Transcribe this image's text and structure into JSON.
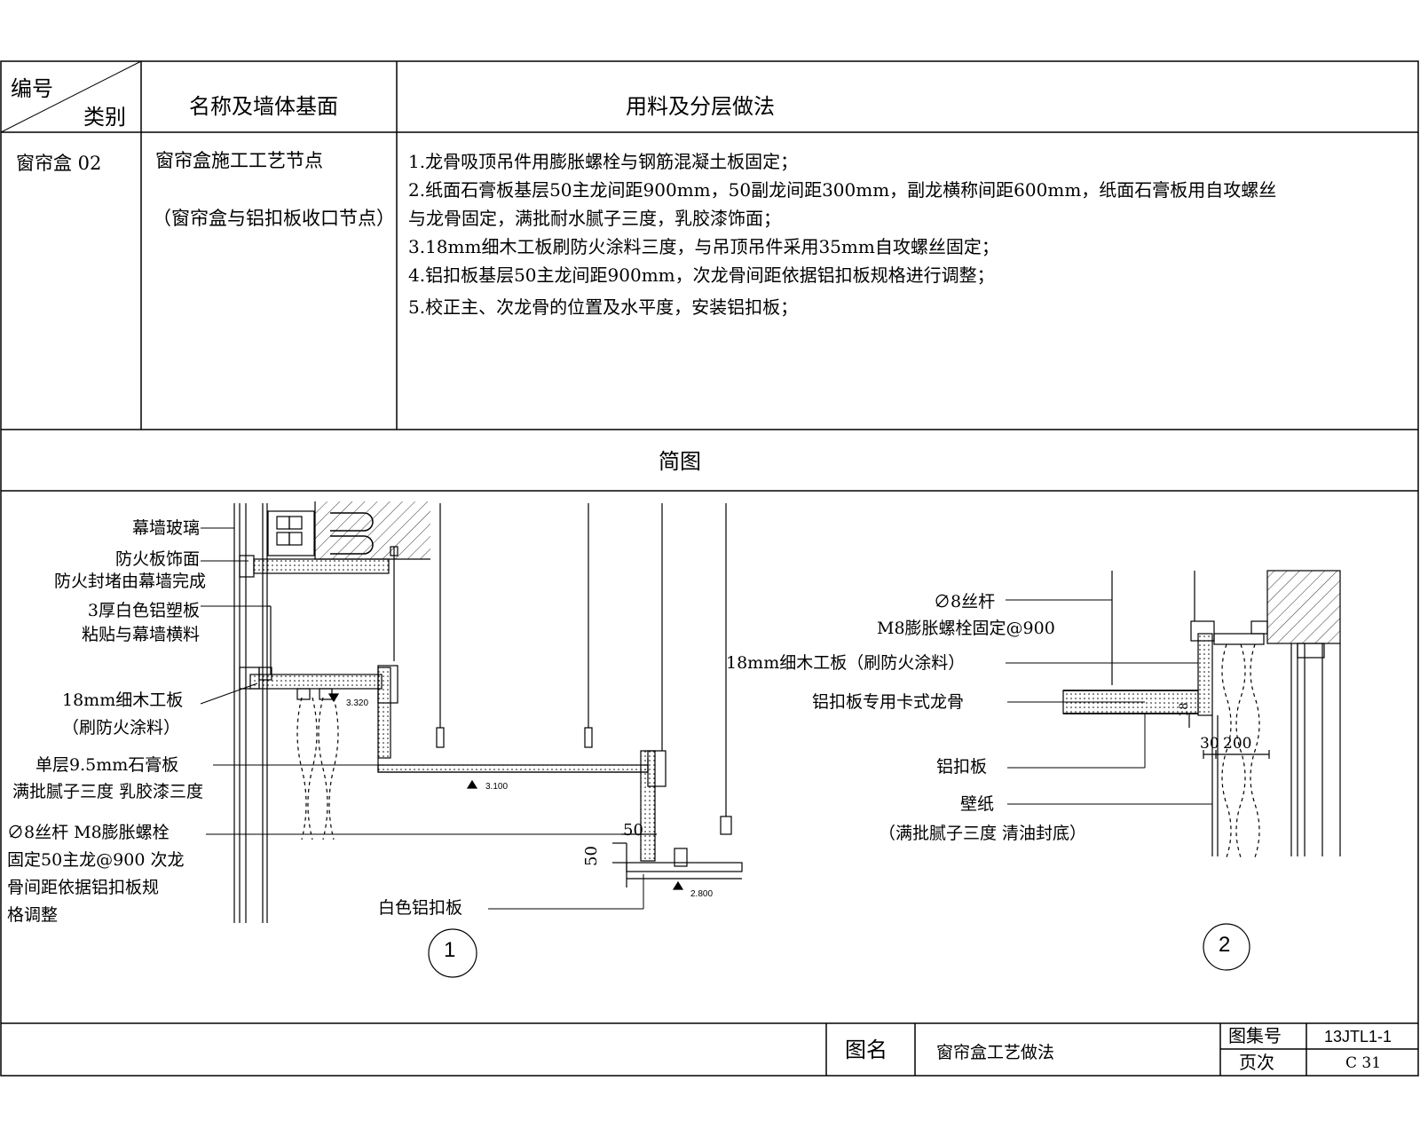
{
  "table": {
    "header": {
      "corner_top": "编号",
      "corner_bottom": "类别",
      "col_name": "名称及墙体基面",
      "col_method": "用料及分层做法"
    },
    "row": {
      "code": "窗帘盒 02",
      "name_title": "窗帘盒施工工艺节点",
      "name_sub": "（窗帘盒与铝扣板收口节点）",
      "steps": [
        "1.龙骨吸顶吊件用膨胀螺栓与钢筋混凝土板固定；",
        "2.纸面石膏板基层50主龙间距900mm，50副龙间距300mm，副龙横称间距600mm，纸面石膏板用自攻螺丝",
        "与龙骨固定，满批耐水腻子三度，乳胶漆饰面；",
        "3.18mm细木工板刷防火涂料三度，与吊顶吊件采用35mm自攻螺丝固定；",
        "4.铝扣板基层50主龙间距900mm，次龙骨间距依据铝扣板规格进行调整；",
        "5.校正主、次龙骨的位置及水平度，安装铝扣板；"
      ]
    }
  },
  "diagram": {
    "section_title": "简图",
    "left_labels": {
      "curtain_glass": "幕墙玻璃",
      "fireproof_face": "防火板饰面",
      "fire_seal": "防火封堵由幕墙完成",
      "alu_panel_1": "3厚白色铝塑板",
      "alu_panel_2": "粘贴与幕墙横料",
      "wood_board_1": "18mm细木工板",
      "wood_board_2": "（刷防火涂料）",
      "gypsum_1": "单层9.5mm石膏板",
      "gypsum_2": "满批腻子三度 乳胶漆三度",
      "rod_1": "∅8丝杆 M8膨胀螺栓",
      "rod_2": "固定50主龙@900 次龙",
      "rod_3": "骨间距依据铝扣板规",
      "rod_4": "格调整",
      "white_alu": "白色铝扣板"
    },
    "elevations": [
      "3.320",
      "3.100",
      "2.800"
    ],
    "dims_left": [
      "50",
      "50"
    ],
    "right_labels": {
      "rod_a": "∅8丝杆",
      "rod_b": "M8膨胀螺栓固定@900",
      "wood": "18mm细木工板（刷防火涂料）",
      "keel": "铝扣板专用卡式龙骨",
      "alu": "铝扣板",
      "wallpaper": "壁纸",
      "putty": "（满批腻子三度 清油封底）"
    },
    "dims_right": [
      "30",
      "200",
      "18"
    ],
    "callouts": [
      "1",
      "2"
    ]
  },
  "title_block": {
    "name_label": "图名",
    "name_value": "窗帘盒工艺做法",
    "atlas_label": "图集号",
    "atlas_value": "13JTL1-1",
    "page_label": "页次",
    "page_value": "C 31"
  }
}
